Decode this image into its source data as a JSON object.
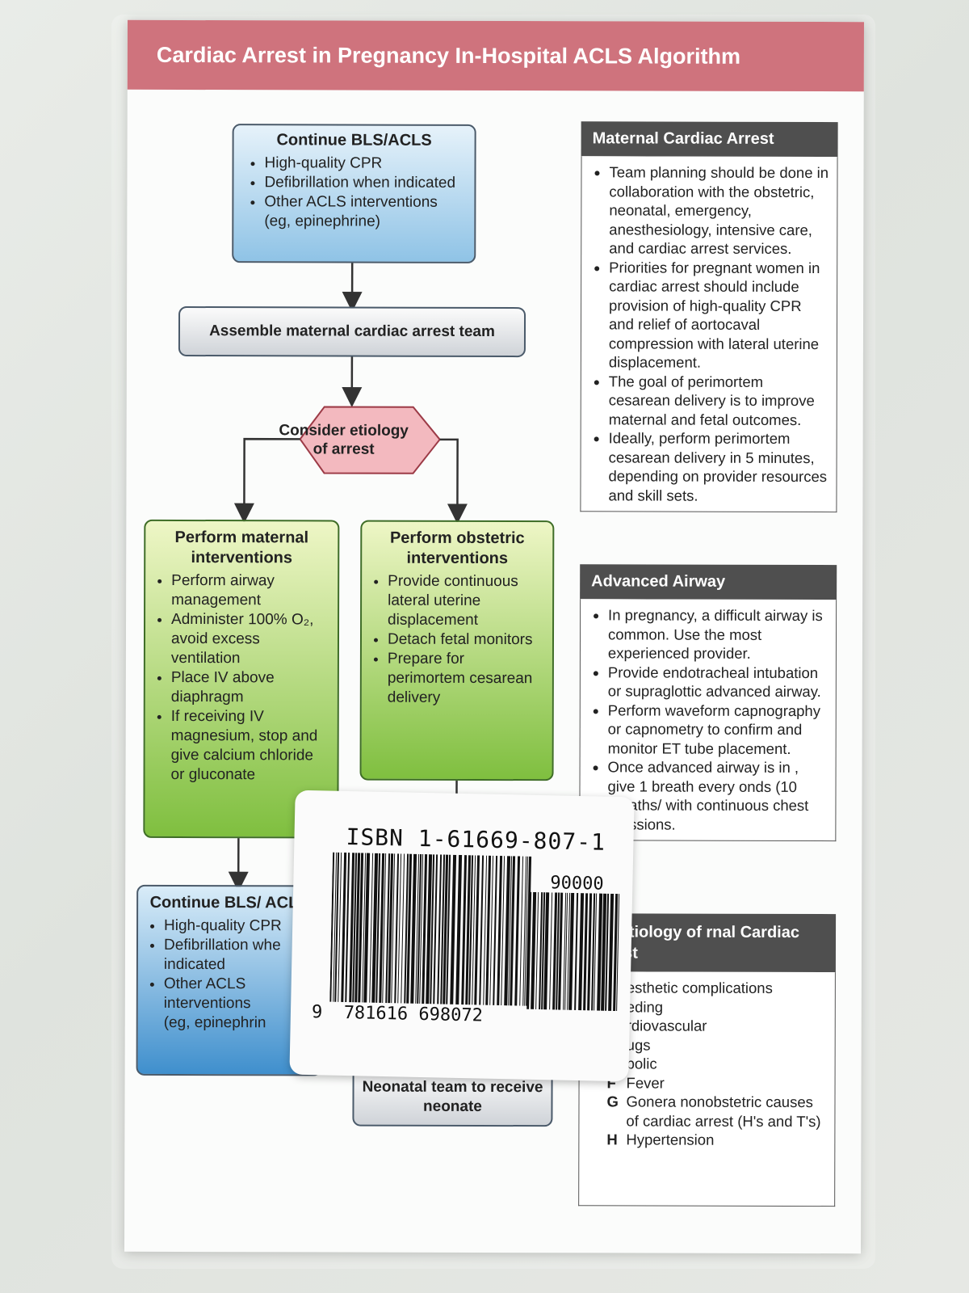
{
  "title": "Cardiac Arrest in Pregnancy In-Hospital ACLS Algorithm",
  "flow": {
    "continue1": {
      "heading": "Continue BLS/ACLS",
      "items": [
        "High-quality CPR",
        "Defibrillation when indicated",
        "Other ACLS interventions (eg, epinephrine)"
      ]
    },
    "assemble": "Assemble maternal cardiac arrest team",
    "decision": "Consider etiology of arrest",
    "maternal": {
      "heading": "Perform maternal interventions",
      "items": [
        "Perform airway management",
        "Administer 100% O₂, avoid excess ventilation",
        "Place IV above diaphragm",
        "If receiving IV magnesium, stop and give calcium chloride or gluconate"
      ]
    },
    "obstetric": {
      "heading": "Perform obstetric interventions",
      "items": [
        "Provide continuous lateral uterine displacement",
        "Detach fetal monitors",
        "Prepare for perimortem cesarean delivery"
      ]
    },
    "continue2": {
      "heading": "Continue BLS/ ACLS",
      "items": [
        "High-quality CPR",
        "Defibrillation whe",
        "indicated",
        "Other ACLS interventions",
        "(eg, epinephrin"
      ]
    },
    "neonatal": "Neonatal team to receive neonate"
  },
  "sidebar": {
    "maternal": {
      "heading": "Maternal Cardiac Arrest",
      "items": [
        "Team planning should be done in collaboration with the obstetric, neonatal, emergency, anesthesiology, intensive care, and cardiac arrest services.",
        "Priorities for pregnant women in cardiac arrest should include provision of high-quality CPR and relief of aortocaval compression with lateral uterine displacement.",
        "The goal of perimortem cesarean delivery is to improve maternal and fetal outcomes.",
        "Ideally, perform perimortem cesarean delivery in 5 minutes, depending on provider resources and skill sets."
      ]
    },
    "airway": {
      "heading": "Advanced Airway",
      "items": [
        "In pregnancy, a difficult airway is common. Use the most experienced provider.",
        "Provide endotracheal intubation or supraglottic advanced airway.",
        "Perform waveform capnography or capnometry to confirm and monitor ET tube placement.",
        "Once advanced airway is in , give 1 breath every onds (10 breaths/ with continuous chest pressions."
      ]
    },
    "etiology": {
      "heading": "tial Etiology of rnal Cardiac Arrest",
      "items": [
        {
          "key": "",
          "text": "esthetic complications"
        },
        {
          "key": "",
          "text": "eding"
        },
        {
          "key": "",
          "text": "rdiovascular"
        },
        {
          "key": "",
          "text": "ugs"
        },
        {
          "key": "",
          "text": "bolic"
        },
        {
          "key": "F",
          "text": "Fever"
        },
        {
          "key": "G",
          "text": "Gonera nonobstetric causes of cardiac arrest (H's and T's)"
        },
        {
          "key": "H",
          "text": "Hypertension"
        }
      ]
    }
  },
  "barcode": {
    "isbn": "ISBN 1-61669-807-1",
    "addon": "90000",
    "digits": "9  781616 698072"
  }
}
